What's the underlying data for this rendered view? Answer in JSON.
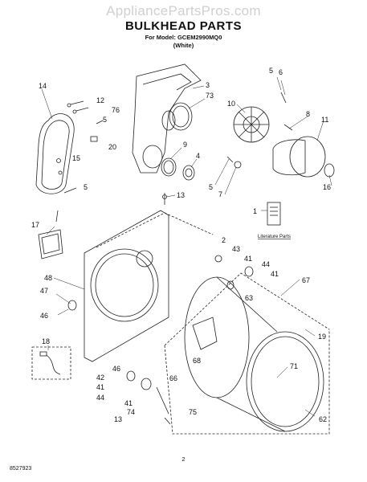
{
  "header": {
    "watermark": "AppliancePartsPros.com",
    "title": "BULKHEAD PARTS",
    "model": "For Model: GCEM2990MQ0",
    "color": "(White)"
  },
  "literature": {
    "label": "Literature Parts"
  },
  "footer": {
    "doc_number": "8527923",
    "page": "2"
  },
  "callouts": [
    "14",
    "12",
    "76",
    "5",
    "20",
    "15",
    "5",
    "3",
    "73",
    "10",
    "9",
    "4",
    "6",
    "5",
    "8",
    "11",
    "16",
    "5",
    "7",
    "13",
    "1",
    "17",
    "2",
    "43",
    "41",
    "44",
    "41",
    "48",
    "47",
    "46",
    "63",
    "67",
    "19",
    "18",
    "46",
    "42",
    "41",
    "44",
    "41",
    "74",
    "13",
    "75",
    "68",
    "66",
    "71",
    "62"
  ],
  "colors": {
    "line": "#222222",
    "watermark": "#d0d0d0"
  }
}
